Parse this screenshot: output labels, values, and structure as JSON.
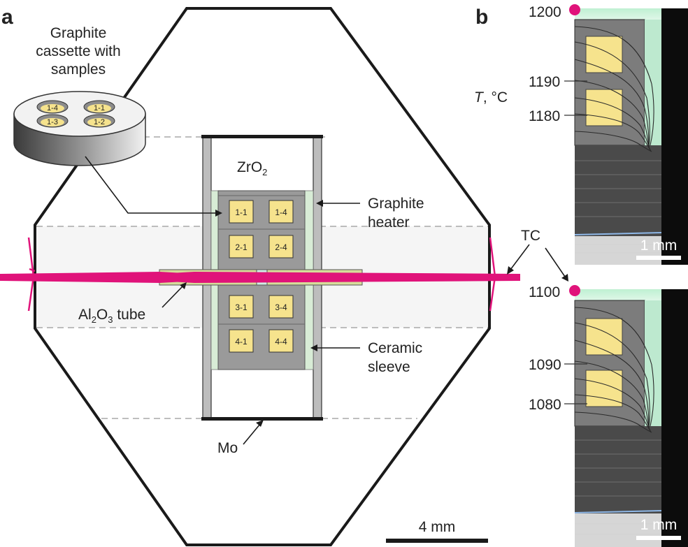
{
  "panels": {
    "a": "a",
    "b": "b"
  },
  "labels": {
    "cassette": [
      "Graphite",
      "cassette with",
      "samples"
    ],
    "zro2_main": "ZrO",
    "zro2_sub": "2",
    "graphite_heater": [
      "Graphite",
      "heater"
    ],
    "ceramic_sleeve": [
      "Ceramic",
      "sleeve"
    ],
    "tc": "TC",
    "mo": "Mo",
    "al2o3": {
      "p1": "Al",
      "s1": "2",
      "p2": "O",
      "s2": "3",
      "p3": " tube"
    },
    "scale_a": "4 mm",
    "temp_axis": {
      "symbol": "T",
      "unit": ", °C"
    }
  },
  "cassette_slots": [
    "1-4",
    "1-1",
    "1-3",
    "1-2"
  ],
  "cells": [
    "1-1",
    "1-4",
    "2-1",
    "2-4",
    "3-1",
    "3-4",
    "4-1",
    "4-4"
  ],
  "map_top": {
    "marker": "1200",
    "ticks": [
      "1190",
      "1180"
    ],
    "scale": "1 mm"
  },
  "map_bottom": {
    "marker": "1100",
    "ticks": [
      "1090",
      "1080"
    ],
    "scale": "1 mm"
  },
  "colors": {
    "magenta": "#e0137a",
    "sample": "#f6e38d",
    "tube": "#d6dd9a",
    "sleeve": "#d8ecd6",
    "dark": "#1a1a1a"
  }
}
